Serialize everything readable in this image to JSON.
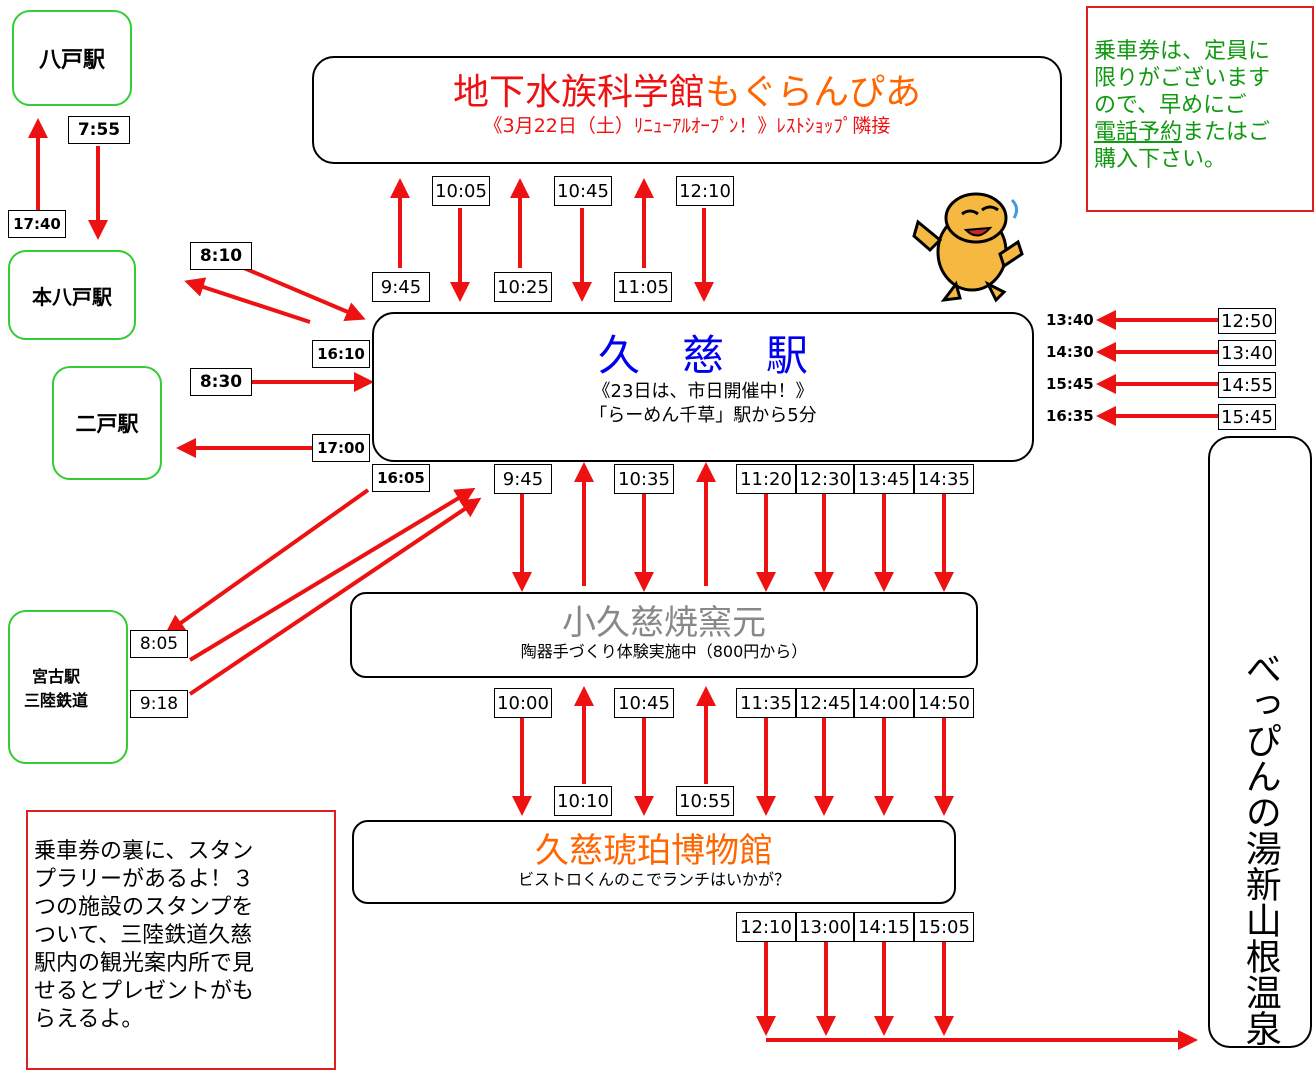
{
  "stations": {
    "hachinohe": "八戸駅",
    "honhachinohe": "本八戸駅",
    "ninohe": "二戸駅",
    "miyako": "宮古駅",
    "miyako_line": "三陸鉄道"
  },
  "museum": {
    "name_a": "地下水族科学館",
    "name_b": "もぐらんぴあ",
    "sub": "《3月22日（土）ﾘﾆｭｰｱﾙｵｰﾌﾟﾝ！》ﾚｽﾄｼｮｯﾌﾟ隣接"
  },
  "kuji": {
    "name": "久　慈　駅",
    "sub1": "《23日は、市日開催中！》",
    "sub2": "「らーめん千草」駅から5分"
  },
  "kiln": {
    "name": "小久慈焼窯元",
    "sub": "陶器手づくり体験実施中（800円から）"
  },
  "amber": {
    "name": "久慈琥珀博物館",
    "sub": "ビストロくんのこでランチはいかが？"
  },
  "onsen": {
    "col1": "新山根温泉",
    "col2": "べっぴんの湯"
  },
  "notice_green": {
    "line1": "乗車券は、定員に",
    "line2": "限りがございます",
    "line3": "ので、早めにご",
    "line4_u": "電話予約",
    "line4_rest": "またはご",
    "line5": "購入下さい。"
  },
  "notice_red": {
    "line1": "乗車券の裏に、スタン",
    "line2": "プラリーがあるよ！３",
    "line3": "つの施設のスタンプを",
    "line4": "ついて、三陸鉄道久慈",
    "line5": "駅内の観光案内所で見",
    "line6": "せるとプレゼントがも",
    "line7": "らえるよ。"
  },
  "times": {
    "hachi_down": "7:55",
    "hachi_up": "17:40",
    "honhachi_in": "8:10",
    "honhachi_out": "16:10",
    "ninohe_in": "8:30",
    "ninohe_out": "17:00",
    "miyako_out": "16:05",
    "miyako_in1": "8:05",
    "miyako_in2": "9:18",
    "museum_up": [
      "9:45",
      "10:25",
      "11:05"
    ],
    "museum_down": [
      "10:05",
      "10:45",
      "12:10"
    ],
    "onsen_from": [
      "12:50",
      "13:40",
      "14:55",
      "15:45"
    ],
    "kuji_arrive": [
      "13:40",
      "14:30",
      "15:45",
      "16:35"
    ],
    "kuji_to_kiln_a": [
      "9:45",
      "10:35"
    ],
    "kuji_to_kiln_b": [
      "11:20",
      "12:30",
      "13:45",
      "14:35"
    ],
    "kiln_to_amber_a": [
      "10:00",
      "10:45"
    ],
    "kiln_to_amber_b": [
      "11:35",
      "12:45",
      "14:00",
      "14:50"
    ],
    "amber_to_kiln": [
      "10:10",
      "10:55"
    ],
    "amber_to_onsen": [
      "12:10",
      "13:00",
      "14:15",
      "15:05"
    ]
  },
  "colors": {
    "arrow": "#ee1111",
    "station_border": "#33cc33",
    "notice_green_text": "#119911",
    "museum_red": "#ee1111",
    "museum_orange": "#ff6600",
    "kuji_blue": "#0000ee",
    "kiln_gray": "#888888"
  },
  "mascot": "mole-mascot-icon"
}
